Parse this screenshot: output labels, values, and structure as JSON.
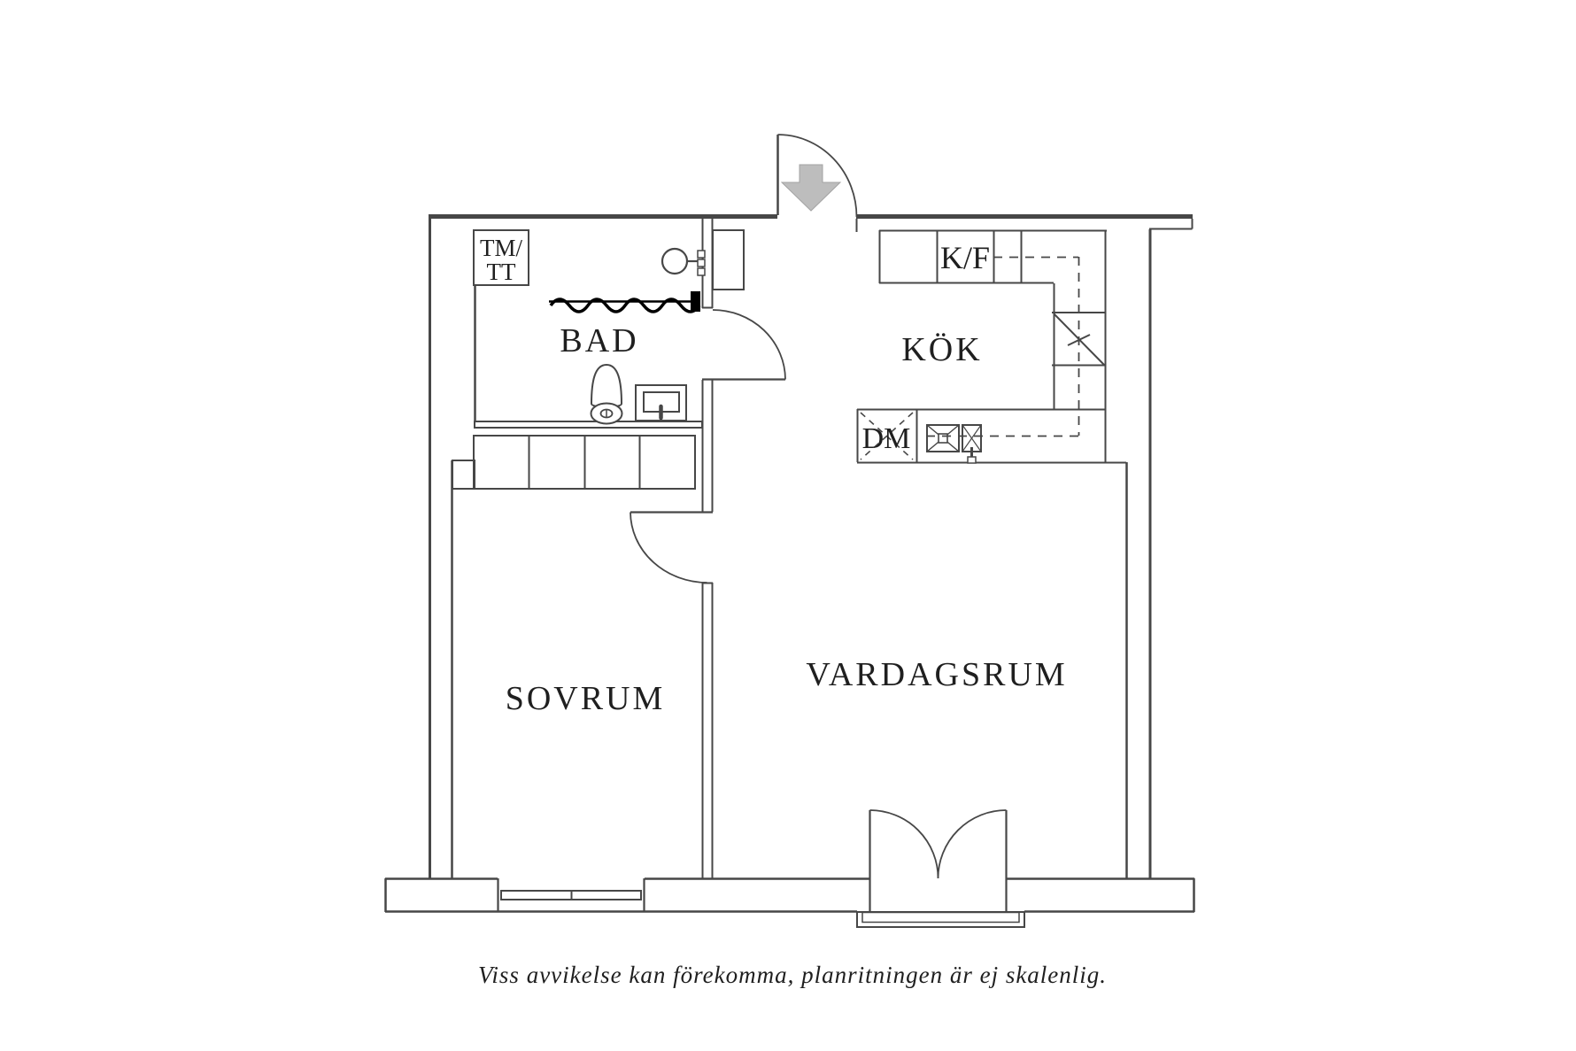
{
  "colors": {
    "line": "#474747",
    "ink": "#000000",
    "text": "#1f1f1f",
    "arrow_fill": "#bdbdbd"
  },
  "floor_plan": {
    "rooms": {
      "bathroom": "BAD",
      "kitchen": "KÖK",
      "bedroom": "SOVRUM",
      "living_room": "VARDAGSRUM"
    },
    "appliances": {
      "washer_dryer_line1": "TM/",
      "washer_dryer_line2": "TT",
      "fridge_freezer": "K/F",
      "dishwasher": "DM"
    },
    "caption": "Viss avvikelse kan förekomma, planritningen är ej skalenlig."
  }
}
